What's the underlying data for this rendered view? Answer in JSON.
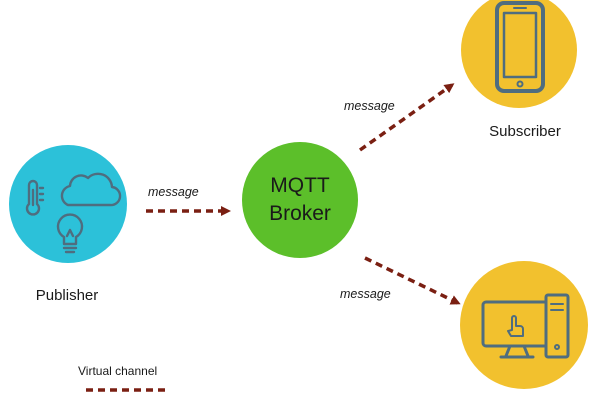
{
  "diagram": {
    "publisher": {
      "label": "Publisher",
      "color": "#2cc1d9",
      "icons": [
        "thermometer-icon",
        "cloud-icon",
        "lightbulb-icon"
      ]
    },
    "broker": {
      "line1": "MQTT",
      "line2": "Broker",
      "color": "#5cbf2a"
    },
    "subscriber": {
      "label": "Subscriber",
      "color": "#f2c12e",
      "icon": "smartphone-icon"
    },
    "subscriber2": {
      "color": "#f2c12e",
      "icon": "desktop-computer-icon"
    },
    "messages": [
      "message",
      "message",
      "message"
    ],
    "legend": {
      "label": "Virtual channel"
    },
    "arrow_color": "#7a1f12",
    "icon_color": "#4f6d7f"
  }
}
